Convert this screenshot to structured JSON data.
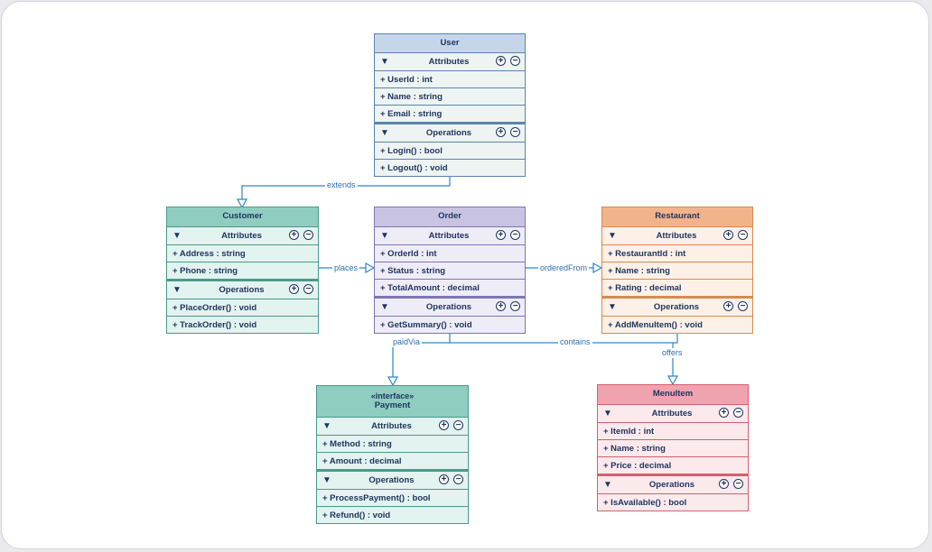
{
  "colors": {
    "link": "#2f86c6",
    "user": {
      "head": "#c6d6ea",
      "body": "#eef4f2",
      "border": "#5a84ae"
    },
    "customer": {
      "head": "#8ecdc0",
      "body": "#e3f3ef",
      "border": "#4a9a8a"
    },
    "order": {
      "head": "#c9c3e3",
      "body": "#eeecf7",
      "border": "#7d76b3"
    },
    "restaurant": {
      "head": "#f3b38a",
      "body": "#fdf1e7",
      "border": "#d88a4e"
    },
    "payment": {
      "head": "#8ecdc0",
      "body": "#e3f3ef",
      "border": "#4a9a8a"
    },
    "menuitem": {
      "head": "#f0a3ae",
      "body": "#fce9ec",
      "border": "#d3606f"
    }
  },
  "icons": {
    "toggle": "triangle-down-icon",
    "add": "plus-circle-icon",
    "remove": "minus-circle-icon"
  },
  "classes": {
    "user": {
      "name": "User",
      "attributes_label": "Attributes",
      "operations_label": "Operations",
      "attributes": [
        "+ UserId : int",
        "+ Name : string",
        "+ Email : string"
      ],
      "operations": [
        "+ Login() : bool",
        "+ Logout() : void"
      ]
    },
    "customer": {
      "name": "Customer",
      "attributes_label": "Attributes",
      "operations_label": "Operations",
      "attributes": [
        "+ Address : string",
        "+ Phone : string"
      ],
      "operations": [
        "+ PlaceOrder() : void",
        "+ TrackOrder() : void"
      ]
    },
    "order": {
      "name": "Order",
      "attributes_label": "Attributes",
      "operations_label": "Operations",
      "attributes": [
        "+ OrderId : int",
        "+ Status : string",
        "+ TotalAmount : decimal"
      ],
      "operations": [
        "+ GetSummary() : void"
      ]
    },
    "restaurant": {
      "name": "Restaurant",
      "attributes_label": "Attributes",
      "operations_label": "Operations",
      "attributes": [
        "+ RestaurantId : int",
        "+ Name : string",
        "+ Rating : decimal"
      ],
      "operations": [
        "+ AddMenuItem() : void"
      ]
    },
    "payment": {
      "stereotype": "«interface»",
      "name": "Payment",
      "attributes_label": "Attributes",
      "operations_label": "Operations",
      "attributes": [
        "+ Method : string",
        "+ Amount : decimal"
      ],
      "operations": [
        "+ ProcessPayment() : bool",
        "+ Refund() : void"
      ]
    },
    "menuitem": {
      "name": "MenuItem",
      "attributes_label": "Attributes",
      "operations_label": "Operations",
      "attributes": [
        "+ ItemId : int",
        "+ Name : string",
        "+ Price : decimal"
      ],
      "operations": [
        "+ IsAvailable() : bool"
      ]
    }
  },
  "links": {
    "extends": "extends",
    "places": "places",
    "orderedFrom": "orderedFrom",
    "paidVia": "paidVia",
    "contains": "contains",
    "offers": "offers"
  }
}
